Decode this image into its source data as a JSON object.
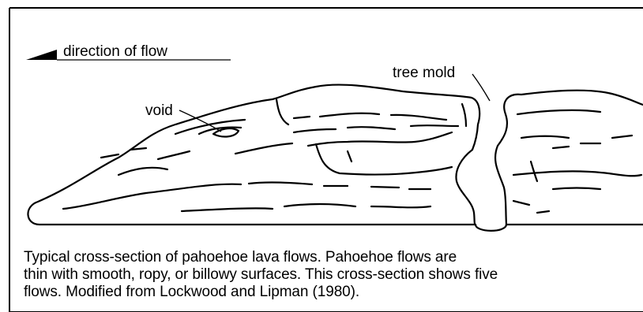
{
  "legend": {
    "text": "direction of flow"
  },
  "labels": {
    "tree_mold": "tree mold",
    "void": "void"
  },
  "caption": [
    "Typical cross-section of pahoehoe lava flows.  Pahoehoe flows are",
    "thin with smooth, ropy, or billowy surfaces.  This cross-section shows five",
    "flows.  Modified from Lockwood and Lipman (1980)."
  ]
}
